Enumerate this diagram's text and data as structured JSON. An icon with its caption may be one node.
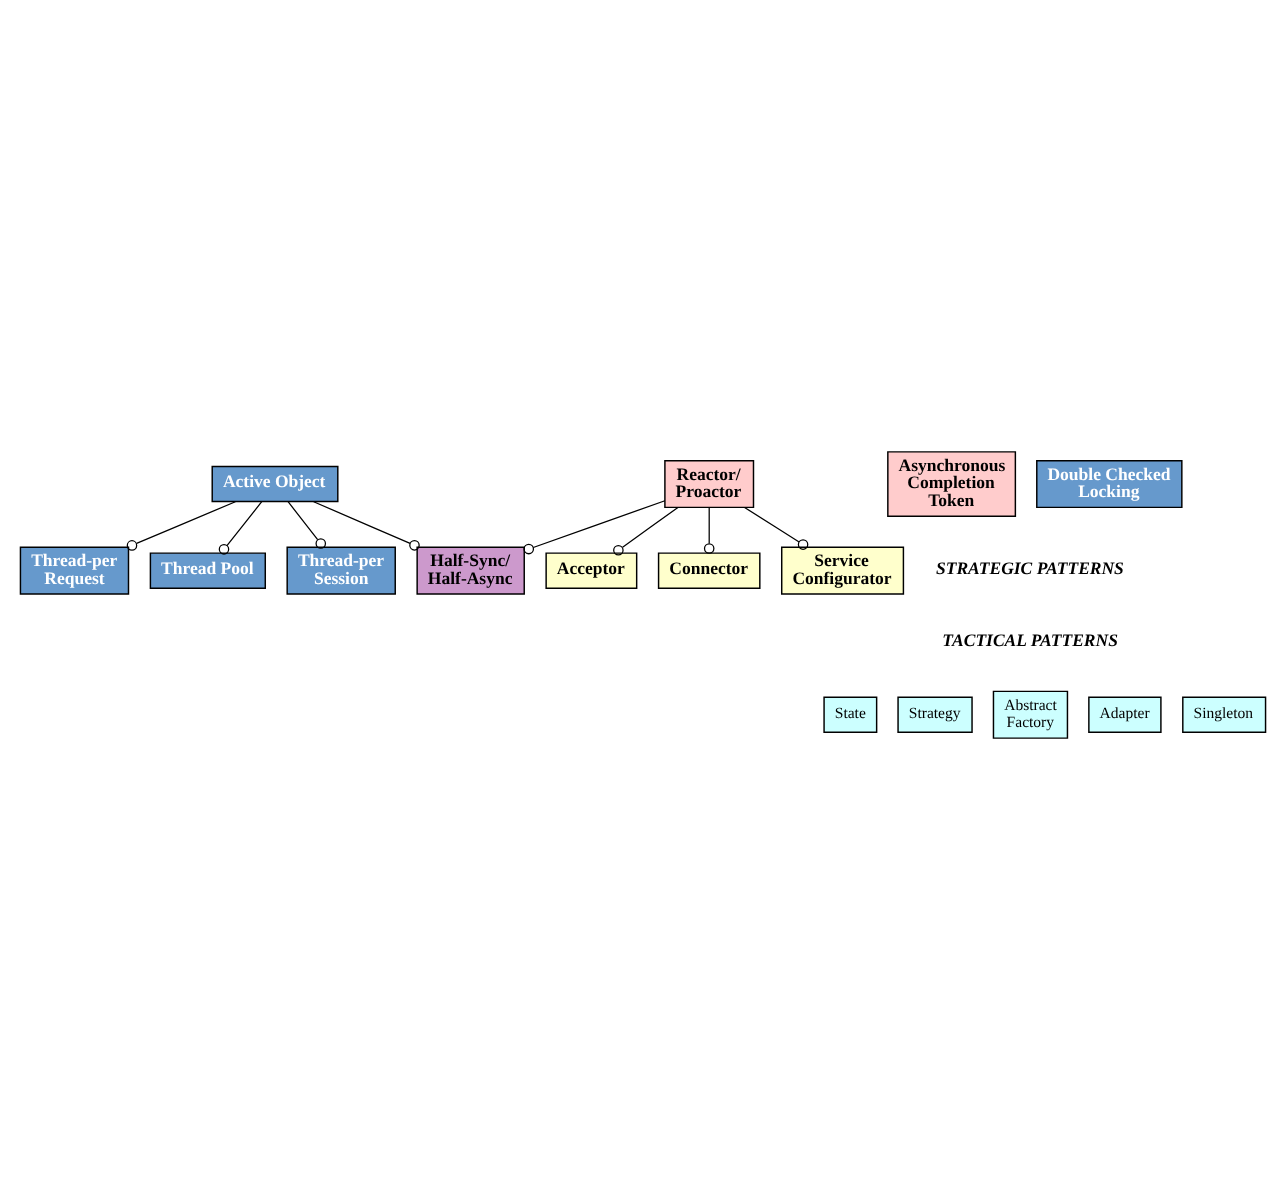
{
  "diagram": {
    "nodes": [
      {
        "text": [
          "Thread-per Request"
        ]
      },
      {
        "text": [
          "Thread Pool"
        ]
      },
      {
        "text": [
          "Acceptor"
        ]
      },
      {
        "text": [
          "Connector"
        ]
      },
      {
        "text": [
          "Active Object"
        ]
      },
      {
        "text": [
          "Thread-per Session"
        ]
      },
      {
        "text": [
          "Service Configurator"
        ]
      },
      {
        "text": [
          "Half-Sync/ Half-Async"
        ]
      },
      {
        "text": [
          "Asynchronous Completion Token"
        ]
      },
      {
        "text": [
          "Reactor/ Proactor"
        ]
      },
      {
        "text": [
          "Double Checked Locking"
        ]
      },
      {
        "text": [
          "State"
        ]
      },
      {
        "text": [
          "Strategy"
        ]
      },
      {
        "text": [
          "Abstract Factory"
        ]
      },
      {
        "text": [
          "Adapter"
        ]
      },
      {
        "text": [
          "Singleton"
        ]
      }
    ],
    "edges": [
      {
        "from": 4,
        "to": 0,
        "arrow": "other"
      },
      {
        "from": 4,
        "to": 1,
        "arrow": "other"
      },
      {
        "from": 4,
        "to": 5,
        "arrow": "other"
      },
      {
        "from": 4,
        "to": 7,
        "arrow": "other"
      },
      {
        "from": 9,
        "to": 7,
        "arrow": "other"
      },
      {
        "from": 9,
        "to": 2,
        "arrow": "other"
      },
      {
        "from": 9,
        "to": 3,
        "arrow": "other"
      },
      {
        "from": 9,
        "to": 6,
        "arrow": "other"
      }
    ],
    "labels": [
      "STRATEGIC PATTERNS",
      "TACTICAL PATTERNS"
    ]
  }
}
